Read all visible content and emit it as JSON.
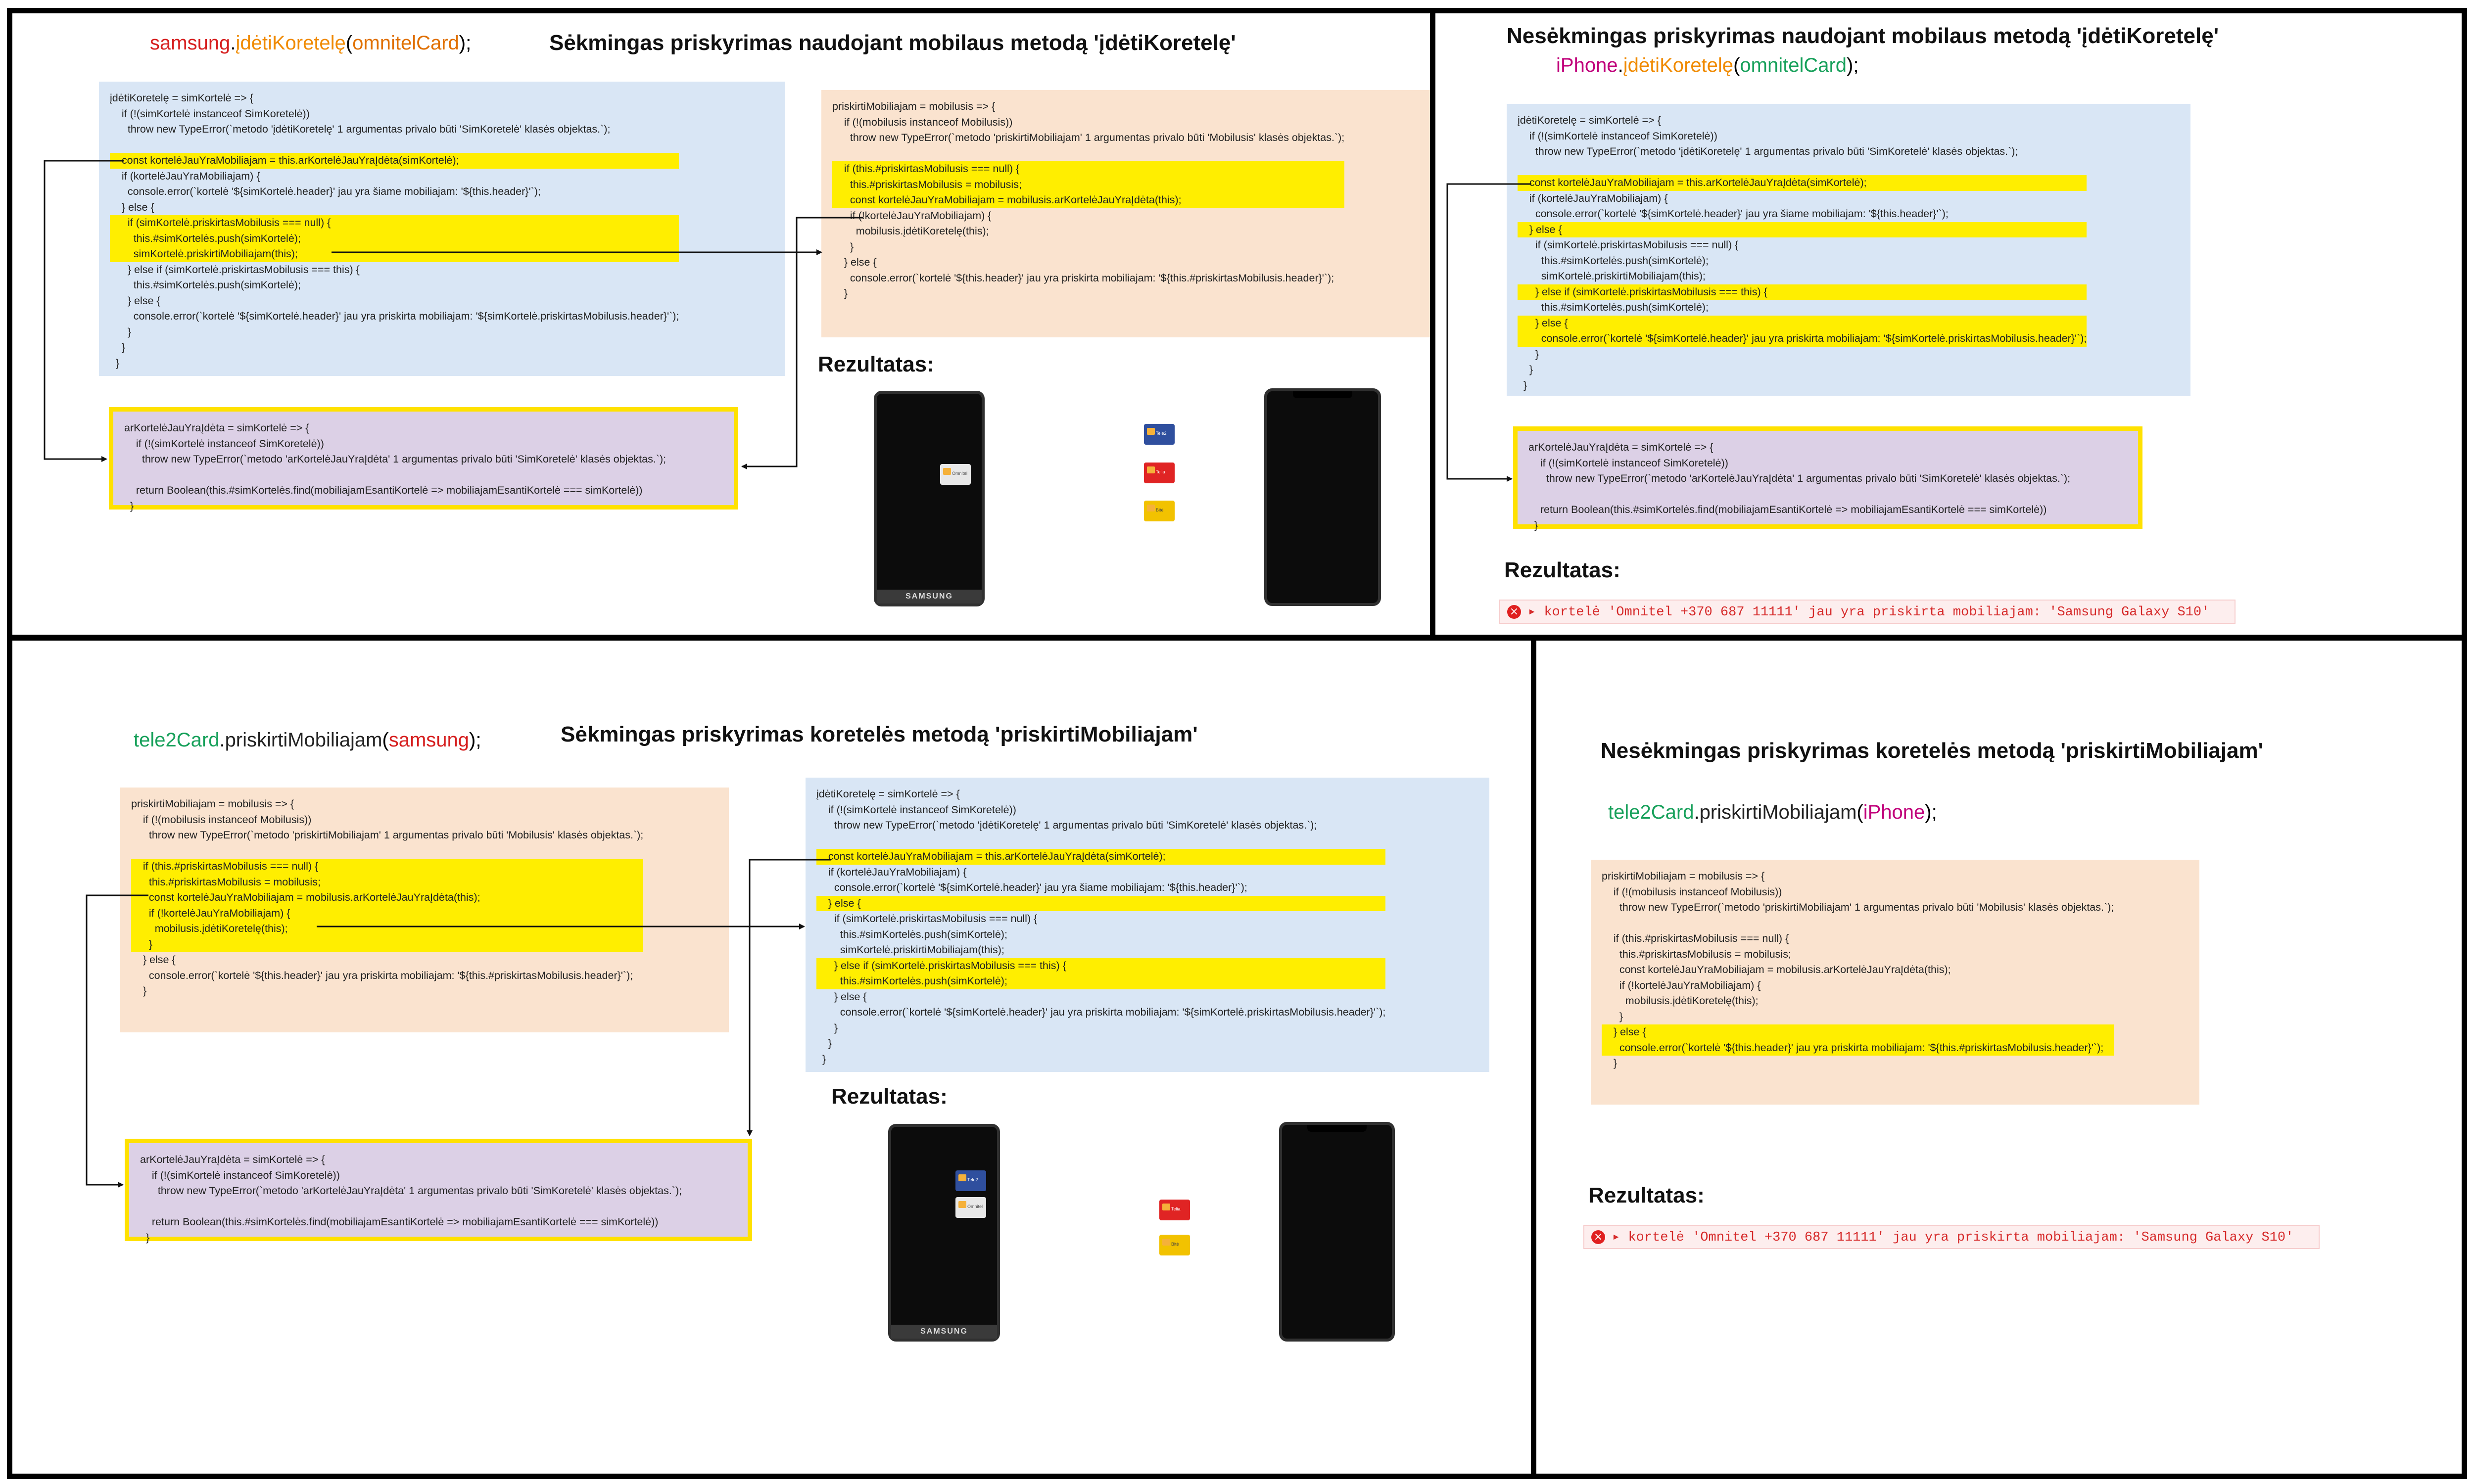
{
  "panels": {
    "p1": {
      "call": {
        "obj": "samsung",
        "dot": ".",
        "method": "įdėtiKoretelę",
        "arg": "omnitelCard",
        "end": ");"
      },
      "title": "Sėkmingas priskyrimas naudojant mobilaus metodą 'įdėtiKoretelę'",
      "result": "Rezultatas:"
    },
    "p2": {
      "title": "Nesėkmingas priskyrimas naudojant mobilaus metodą 'įdėtiKoretelę'",
      "call": {
        "obj": "iPhone",
        "dot": ".",
        "method": "įdėtiKoretelę",
        "arg": "omnitelCard",
        "end": ");"
      },
      "result": "Rezultatas:",
      "error": "kortelė 'Omnitel +370 687 11111' jau yra priskirta mobiliajam: 'Samsung Galaxy S10'"
    },
    "p3": {
      "call": {
        "obj": "tele2Card",
        "dot": ".",
        "method": "priskirtiMobiliajam",
        "arg": "samsung",
        "end": ");"
      },
      "title": "Sėkmingas priskyrimas koretelės metodą 'priskirtiMobiliajam'",
      "result": "Rezultatas:"
    },
    "p4": {
      "title": "Nesėkmingas priskyrimas koretelės metodą 'priskirtiMobiliajam'",
      "call": {
        "obj": "tele2Card",
        "dot": ".",
        "method": "priskirtiMobiliajam",
        "arg": "iPhone",
        "end": ");"
      },
      "result": "Rezultatas:",
      "error": "kortelė 'Omnitel +370 687 11111' jau yra priskirta mobiliajam: 'Samsung Galaxy S10'"
    }
  },
  "code": {
    "idetiKortele": [
      "įdėtiKoretelę = simKortelė => {",
      "    if (!(simKortelė instanceof SimKoretelė))",
      "      throw new TypeError(`metodo 'įdėtiKoretelę' 1 argumentas privalo būti 'SimKoretelė' klasės objektas.`);",
      "",
      "    const kortelėJauYraMobiliajam = this.arKortelėJauYraĮdėta(simKortelė);",
      "    if (kortelėJauYraMobiliajam) {",
      "      console.error(`kortelė '${simKortelė.header}' jau yra šiame mobiliajam: '${this.header}'`);",
      "    } else {",
      "      if (simKortelė.priskirtasMobilusis === null) {",
      "        this.#simKortelės.push(simKortelė);",
      "        simKortelė.priskirtiMobiliajam(this);",
      "      } else if (simKortelė.priskirtasMobilusis === this) {",
      "        this.#simKortelės.push(simKortelė);",
      "      } else {",
      "        console.error(`kortelė '${simKortelė.header}' jau yra priskirta mobiliajam: '${simKortelė.priskirtasMobilusis.header}'`);",
      "      }",
      "    }",
      "  }"
    ],
    "arKorteleJauYraIdeta": [
      "arKortelėJauYraĮdėta = simKortelė => {",
      "    if (!(simKortelė instanceof SimKoretelė))",
      "      throw new TypeError(`metodo 'arKortelėJauYraĮdėta' 1 argumentas privalo būti 'SimKoretelė' klasės objektas.`);",
      "",
      "    return Boolean(this.#simKortelės.find(mobiliajamEsantiKortelė => mobiliajamEsantiKortelė === simKortelė))",
      "  }"
    ],
    "priskirtiMobiliajam": [
      "priskirtiMobiliajam = mobilusis => {",
      "    if (!(mobilusis instanceof Mobilusis))",
      "      throw new TypeError(`metodo 'priskirtiMobiliajam' 1 argumentas privalo būti 'Mobilusis' klasės objektas.`);",
      "",
      "    if (this.#priskirtasMobilusis === null) {",
      "      this.#priskirtasMobilusis = mobilusis;",
      "      const kortelėJauYraMobiliajam = mobilusis.arKortelėJauYraĮdėta(this);",
      "      if (!kortelėJauYraMobiliajam) {",
      "        mobilusis.įdėtiKoretelę(this);",
      "      }",
      "    } else {",
      "      console.error(`kortelė '${this.header}' jau yra priskirta mobiliajam: '${this.#priskirtasMobilusis.header}'`);",
      "    }",
      "  }"
    ]
  },
  "devices": {
    "samsung_label": "SAMSUNG",
    "apple_glyph": "",
    "sims": {
      "tele2": "Tele2",
      "omnitel": "Omnitel",
      "telia": "Telia",
      "bite": "Bitė"
    }
  },
  "colors": {
    "highlight": "#ffee00",
    "blue_box": "#d9e6f5",
    "peach_box": "#fae3cf",
    "purple_box": "#dcd0e6",
    "error_text": "#d62b2b"
  }
}
